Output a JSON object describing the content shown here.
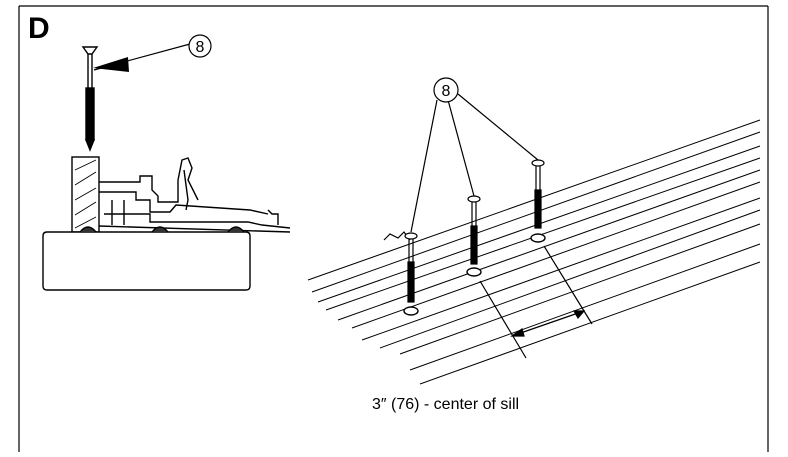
{
  "panel": {
    "letter": "D"
  },
  "callouts": {
    "left": "8",
    "right": "8"
  },
  "caption": "3″ (76) -  center of sill",
  "colors": {
    "ink": "#000000",
    "background": "#ffffff"
  }
}
